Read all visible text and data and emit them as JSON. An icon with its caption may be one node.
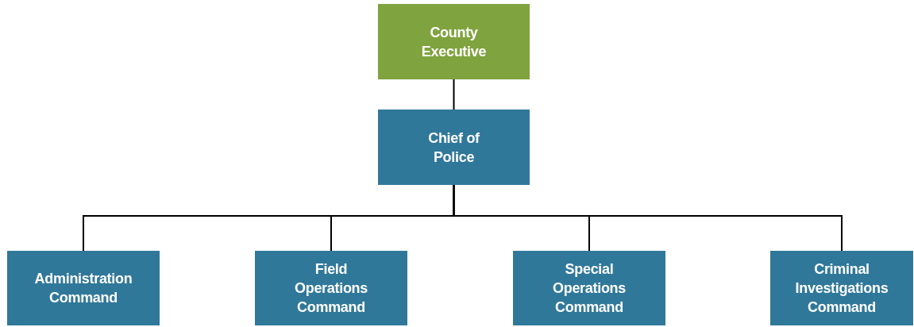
{
  "diagram": {
    "nodes": [
      {
        "text": [
          "County Executive"
        ]
      },
      {
        "text": [
          "Chief of Police"
        ]
      },
      {
        "text": [
          "Administration Command"
        ]
      },
      {
        "text": [
          "Field Operations Command"
        ]
      },
      {
        "text": [
          "Special Operations Command"
        ]
      },
      {
        "text": [
          "Criminal Investigations Command"
        ]
      }
    ],
    "edges": [
      {
        "from": 0,
        "to": 1,
        "arrow": "none"
      },
      {
        "from": 1,
        "to": 2,
        "arrow": "none"
      },
      {
        "from": 1,
        "to": 3,
        "arrow": "none"
      },
      {
        "from": 1,
        "to": 4,
        "arrow": "none"
      },
      {
        "from": 1,
        "to": 5,
        "arrow": "none"
      }
    ]
  }
}
